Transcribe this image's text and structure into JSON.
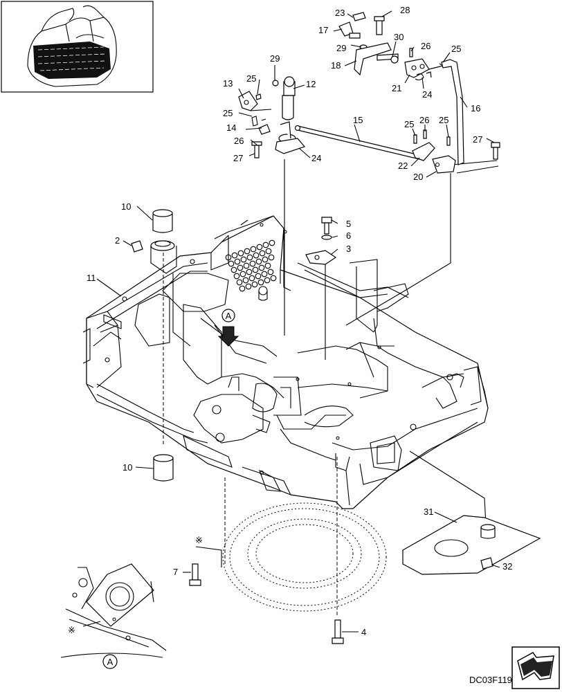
{
  "drawing": {
    "code": "DC03F119",
    "callouts": [
      {
        "id": "c1",
        "text": "23"
      },
      {
        "id": "c2",
        "text": "28"
      },
      {
        "id": "c3",
        "text": "17"
      },
      {
        "id": "c4",
        "text": "30"
      },
      {
        "id": "c5",
        "text": "26"
      },
      {
        "id": "c6",
        "text": "25"
      },
      {
        "id": "c7",
        "text": "29"
      },
      {
        "id": "c8",
        "text": "18"
      },
      {
        "id": "c9",
        "text": "21"
      },
      {
        "id": "c10",
        "text": "24"
      },
      {
        "id": "c11",
        "text": "16"
      },
      {
        "id": "c12",
        "text": "29"
      },
      {
        "id": "c13",
        "text": "13"
      },
      {
        "id": "c14",
        "text": "25"
      },
      {
        "id": "c15",
        "text": "12"
      },
      {
        "id": "c16",
        "text": "25"
      },
      {
        "id": "c17",
        "text": "14"
      },
      {
        "id": "c18",
        "text": "15"
      },
      {
        "id": "c19",
        "text": "25"
      },
      {
        "id": "c20",
        "text": "26"
      },
      {
        "id": "c21",
        "text": "25"
      },
      {
        "id": "c22",
        "text": "26"
      },
      {
        "id": "c23",
        "text": "27"
      },
      {
        "id": "c24",
        "text": "24"
      },
      {
        "id": "c25",
        "text": "27"
      },
      {
        "id": "c26",
        "text": "22"
      },
      {
        "id": "c27",
        "text": "20"
      },
      {
        "id": "c28",
        "text": "10"
      },
      {
        "id": "c29",
        "text": "5"
      },
      {
        "id": "c30",
        "text": "2"
      },
      {
        "id": "c31",
        "text": "6"
      },
      {
        "id": "c32",
        "text": "3"
      },
      {
        "id": "c33",
        "text": "11"
      },
      {
        "id": "c34",
        "text": "10"
      },
      {
        "id": "c35",
        "text": "31"
      },
      {
        "id": "c36",
        "text": "7"
      },
      {
        "id": "c37",
        "text": "32"
      },
      {
        "id": "c38",
        "text": "4"
      }
    ],
    "detail_marker": "A",
    "view_marker": "A",
    "detail_label": "A",
    "asterisk_mark_1": "※",
    "asterisk_mark_2": "※"
  }
}
